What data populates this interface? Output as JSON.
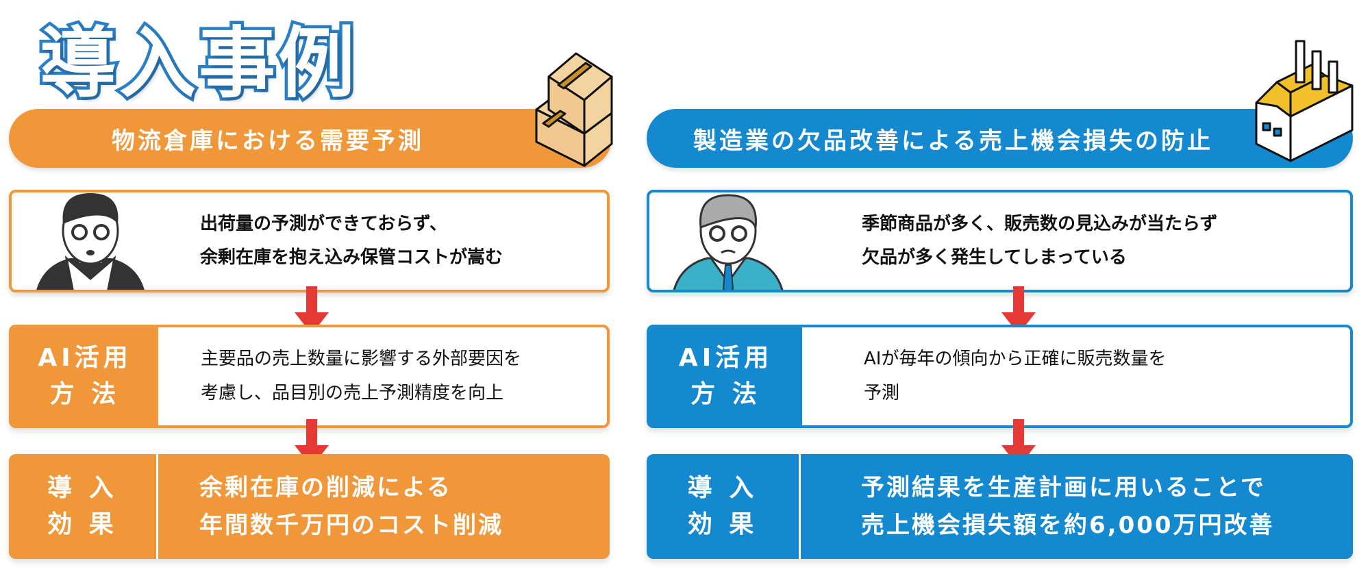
{
  "title": "導入事例",
  "colors": {
    "orange": "#F0973A",
    "blue": "#1589CF",
    "arrow": "#E53935"
  },
  "cases": [
    {
      "header": "物流倉庫における需要予測",
      "icon": "boxes-icon",
      "problem": [
        "出荷量の予測ができておらず、",
        "余剰在庫を抱え込み保管コストが嵩む"
      ],
      "ai_label": [
        "AI活用",
        "方 法"
      ],
      "ai": [
        "主要品の売上数量に影響する外部要因を",
        "考慮し、品目別の売上予測精度を向上"
      ],
      "effect_label": [
        "導 入",
        "効 果"
      ],
      "effect": [
        "余剰在庫の削減による",
        "年間数千万円のコスト削減"
      ]
    },
    {
      "header": "製造業の欠品改善による売上機会損失の防止",
      "icon": "factory-icon",
      "problem": [
        "季節商品が多く、販売数の見込みが当たらず",
        "欠品が多く発生してしまっている"
      ],
      "ai_label": [
        "AI活用",
        "方 法"
      ],
      "ai": [
        "AIが毎年の傾向から正確に販売数量を",
        "予測"
      ],
      "effect_label": [
        "導 入",
        "効 果"
      ],
      "effect": [
        "予測結果を生産計画に用いることで",
        "売上機会損失額を約6,000万円改善"
      ]
    }
  ]
}
